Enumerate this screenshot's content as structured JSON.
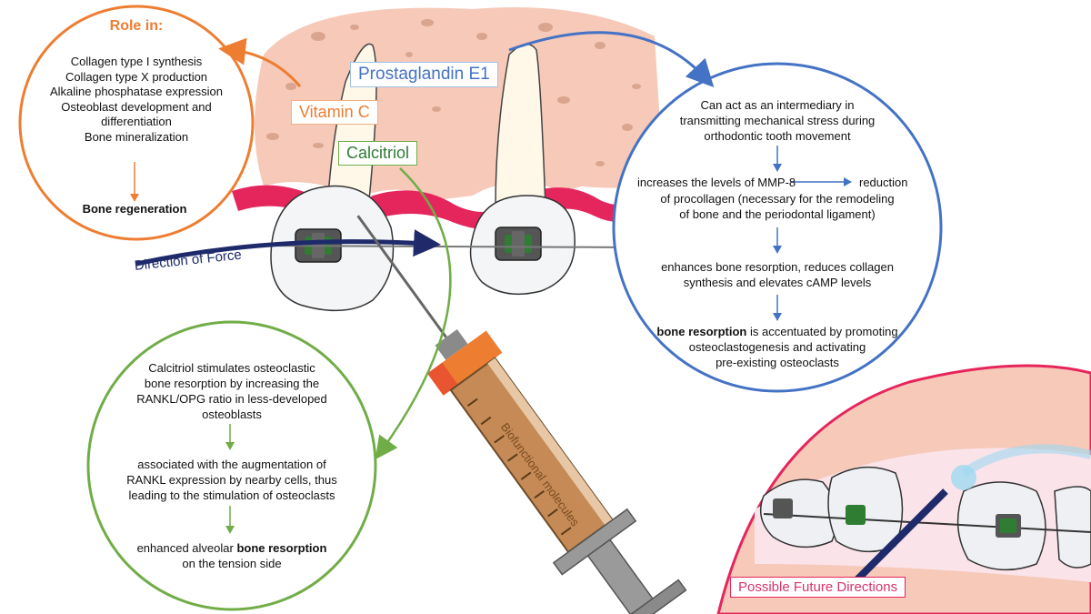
{
  "colors": {
    "orange": "#ed7d31",
    "blue": "#4472c4",
    "green": "#70ad47",
    "darkgreen": "#2e7d32",
    "navy": "#1f2a6b",
    "gum": "#f6c9b9",
    "pink": "#e5265d",
    "magenta": "#d6336c"
  },
  "vitamin_c": {
    "label": "Vitamin C",
    "title": "Role in:",
    "items": [
      "Collagen type I synthesis",
      "Collagen type X production",
      "Alkaline phosphatase expression",
      "Osteoblast development and",
      "differentiation",
      "Bone mineralization"
    ],
    "result": "Bone regeneration"
  },
  "prostaglandin": {
    "label": "Prostaglandin E1",
    "step1": [
      "Can act as an intermediary in",
      "transmitting mechanical stress during",
      "orthodontic tooth movement"
    ],
    "step2_a": "increases the levels of MMP-8",
    "step2_b": "reduction",
    "step2_c": [
      "of procollagen (necessary for the remodeling",
      "of bone and the periodontal ligament)"
    ],
    "step3": [
      "enhances bone resorption, reduces collagen",
      "synthesis and elevates cAMP levels"
    ],
    "step4_bold": "bone resorption",
    "step4_rest": "is accentuated by promoting",
    "step4_more": [
      "osteoclastogenesis and activating",
      "pre-existing osteoclasts"
    ]
  },
  "calcitriol": {
    "label": "Calcitriol",
    "step1": [
      "Calcitriol stimulates osteoclastic",
      "bone resorption by increasing the",
      "RANKL/OPG ratio in less-developed",
      "osteoblasts"
    ],
    "step2": [
      "associated with the augmentation of",
      "RANKL expression by nearby cells, thus",
      "leading to the stimulation of osteoclasts"
    ],
    "step3_pre": "enhanced alveolar",
    "step3_bold": "bone resorption",
    "step3_post": "on the tension side"
  },
  "force_label": "Direction of Force",
  "syringe_label": "Biofunctional molecules",
  "future_label": "Possible Future Directions"
}
